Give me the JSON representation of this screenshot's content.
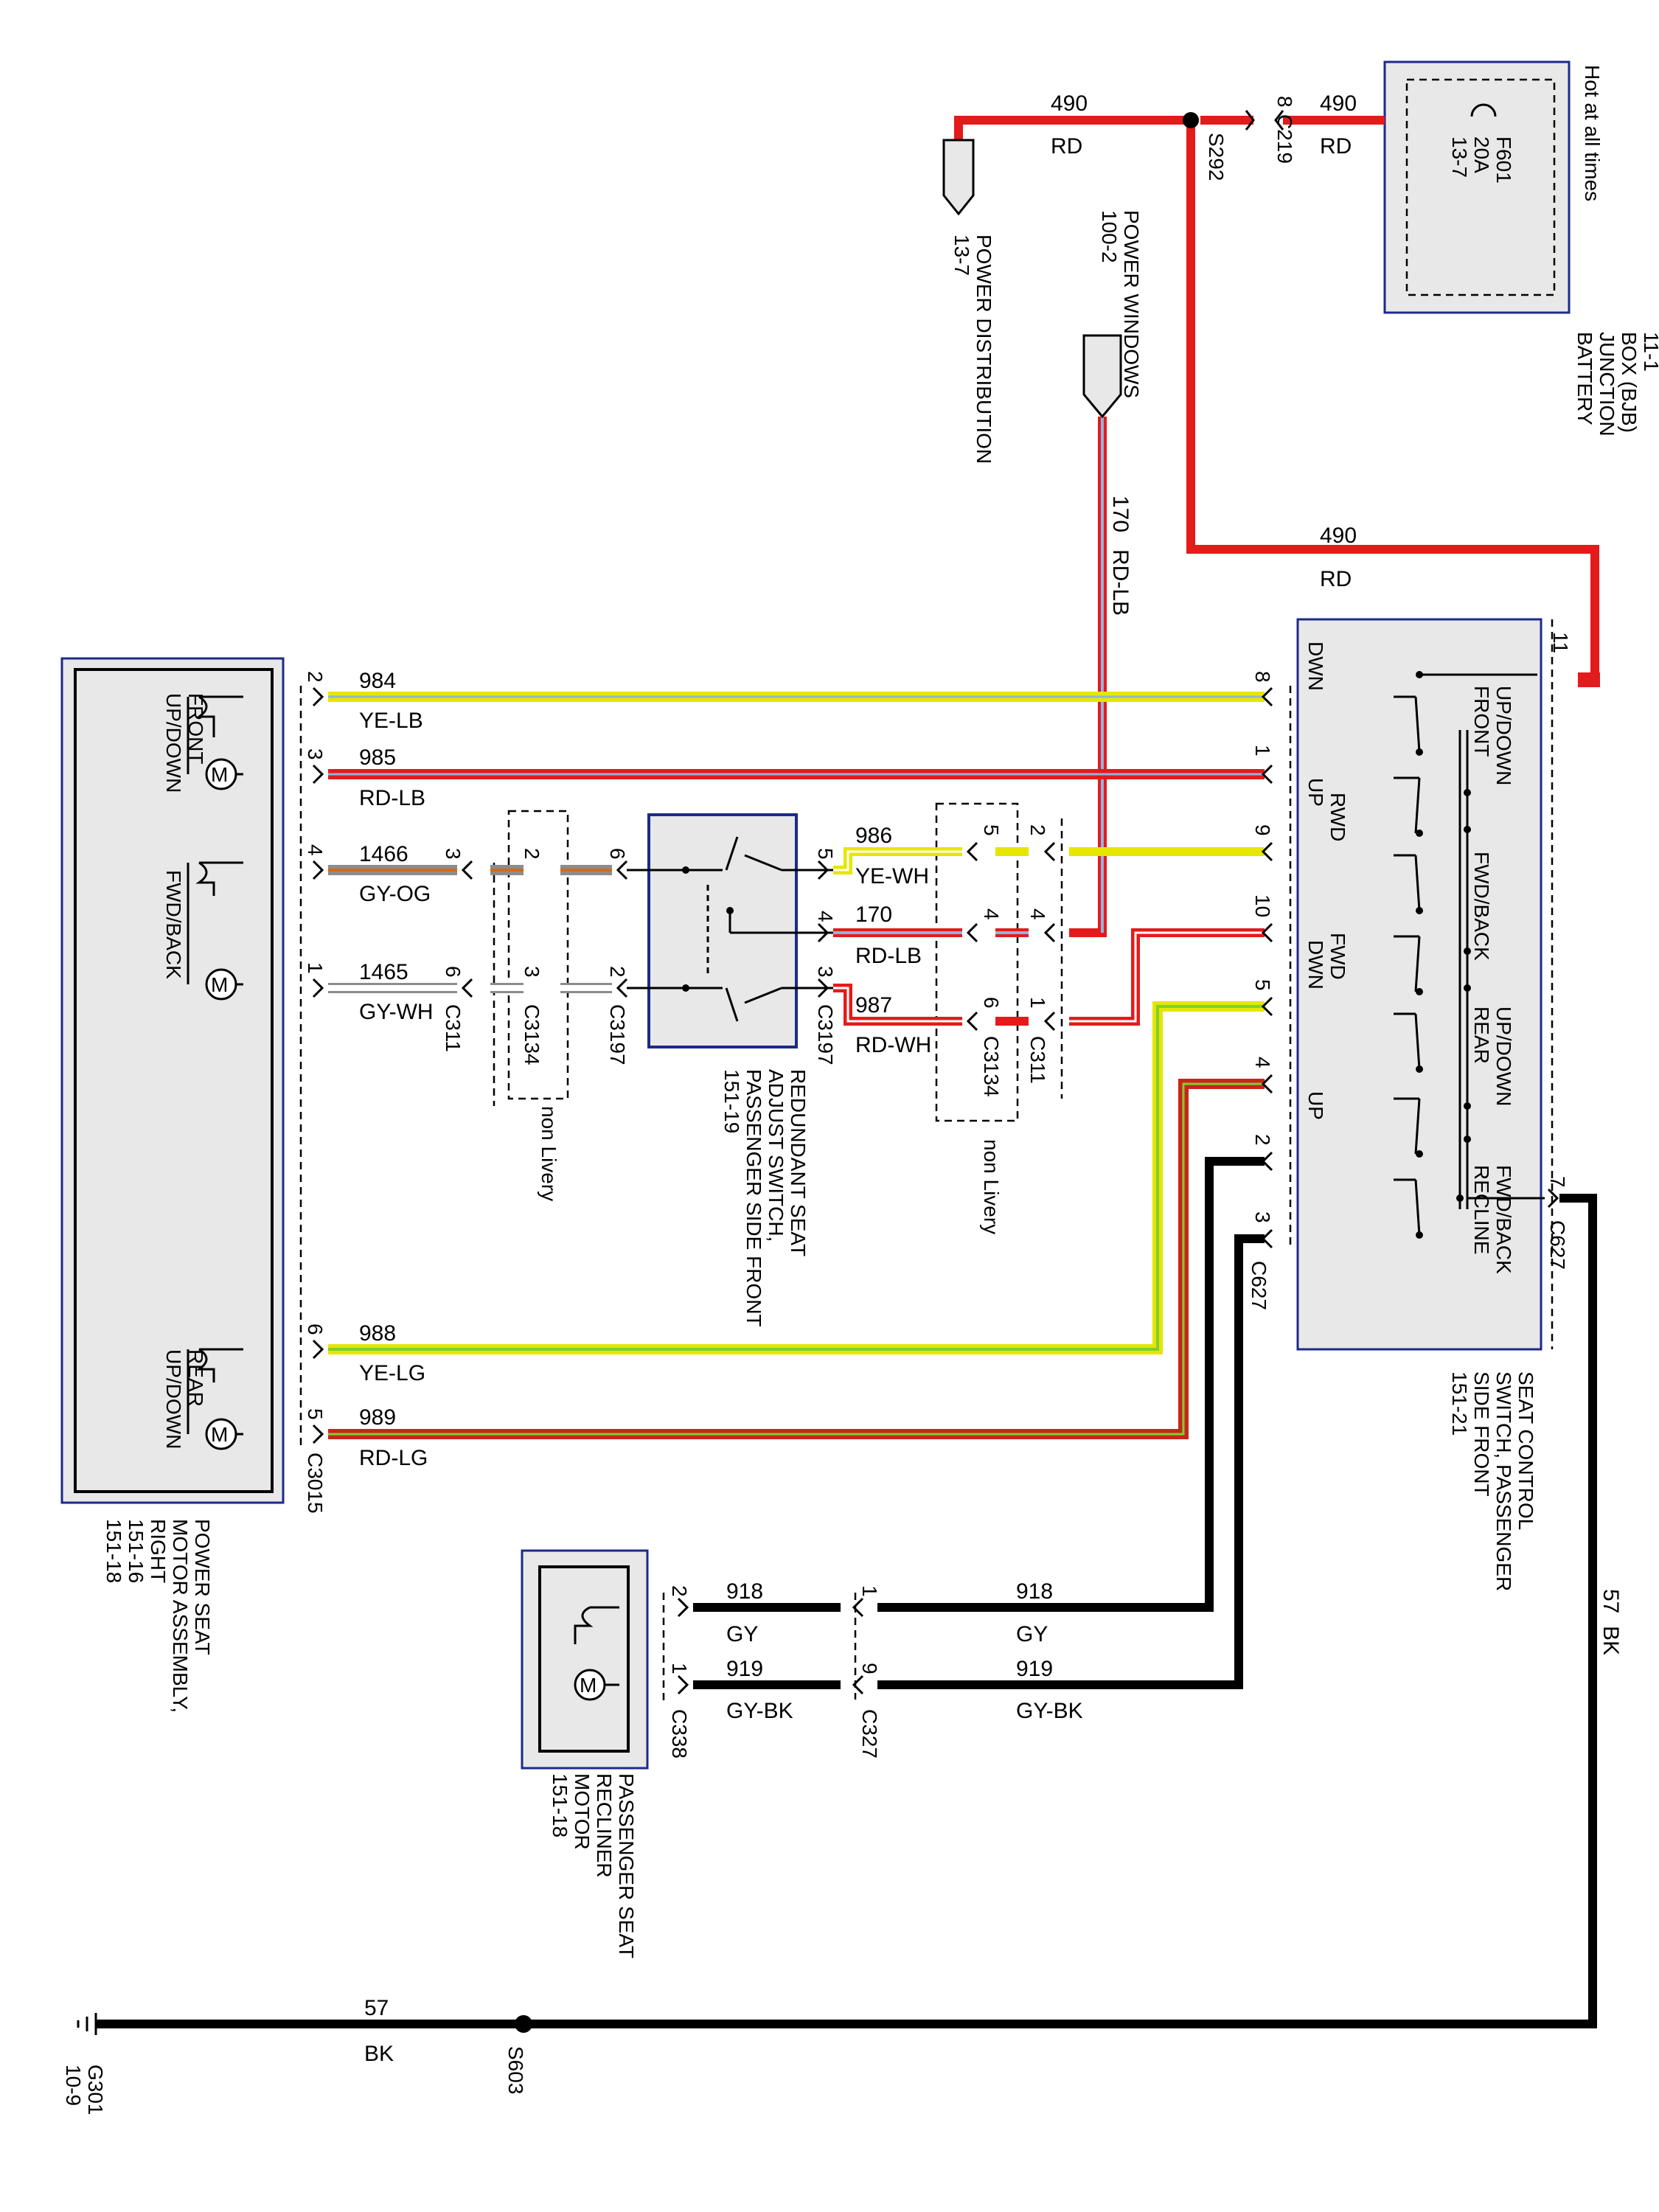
{
  "components": {
    "bjb": {
      "lines": [
        "BATTERY",
        "JUNCTION",
        "BOX (BJB)",
        "11-1"
      ]
    },
    "fuse": {
      "lines": [
        "F601",
        "20A",
        "13-7"
      ]
    },
    "hot": "Hot at all times",
    "power_distribution": {
      "lines": [
        "POWER DISTRIBUTION",
        "13-7"
      ]
    },
    "power_windows": {
      "lines": [
        "POWER WINDOWS",
        "100-2"
      ]
    },
    "seat_switch": {
      "lines": [
        "SEAT CONTROL",
        "SWITCH, PASSENGER",
        "SIDE FRONT",
        "151-21"
      ],
      "sections": [
        {
          "name": "FRONT",
          "sub": "UP/DOWN"
        },
        {
          "name": "FWD/BACK",
          "sub": ""
        },
        {
          "name": "REAR",
          "sub": "UP/DOWN"
        },
        {
          "name": "RECLINE",
          "sub": "FWD/BACK"
        }
      ],
      "positions": [
        "DWN",
        "UP",
        "RWD",
        "FWD",
        "DWN",
        "UP"
      ]
    },
    "redundant_switch": {
      "lines": [
        "REDUNDANT SEAT",
        "ADJUST SWITCH,",
        "PASSENGER SIDE FRONT",
        "151-19"
      ]
    },
    "motor_assembly": {
      "lines": [
        "POWER SEAT",
        "MOTOR ASSEMBLY,",
        "RIGHT",
        "151-16",
        "151-18"
      ],
      "sections": [
        {
          "name": "FRONT",
          "sub": "UP/DOWN"
        },
        {
          "name": "FWD/BACK",
          "sub": ""
        },
        {
          "name": "REAR",
          "sub": "UP/DOWN"
        }
      ]
    },
    "recliner_motor": {
      "lines": [
        "PASSENGER SEAT",
        "RECLINER",
        "MOTOR",
        "151-18"
      ]
    },
    "ground": {
      "lines": [
        "G301",
        "10-9"
      ]
    },
    "non_livery": "non Livery"
  },
  "splices": [
    "S292",
    "S603"
  ],
  "connectors": [
    "C219",
    "C627",
    "C3015",
    "C311",
    "C3134",
    "C3197",
    "C338",
    "C327"
  ],
  "pins": {
    "c219": "8",
    "sw_11": "11",
    "sw_7": "7",
    "sw_8": "8",
    "sw_1": "1",
    "sw_9": "9",
    "sw_10": "10",
    "sw_5": "5",
    "sw_4": "4",
    "sw_2": "2",
    "sw_3": "3",
    "m_2": "2",
    "m_3": "3",
    "m_4": "4",
    "m_1": "1",
    "m_6": "6",
    "m_5": "5",
    "gy_3": "3",
    "gy_2": "2",
    "gy_6": "6",
    "gw_6": "6",
    "gw_3": "3",
    "gw_2": "2",
    "rs_5": "5",
    "rs_4": "4",
    "rs_3": "3",
    "ye_5": "5",
    "ye_2": "2",
    "rl_4a": "4",
    "rl_4b": "4",
    "rw_6": "6",
    "rw_1": "1",
    "r_2": "2",
    "r_1": "1",
    "c327_1": "1",
    "c327_9": "9"
  },
  "wires": {
    "w490a": {
      "num": "490",
      "color": "RD"
    },
    "w490b": {
      "num": "490",
      "color": "RD"
    },
    "w490c": {
      "num": "490",
      "color": "RD"
    },
    "w170": {
      "num": "170",
      "color": "RD-LB"
    },
    "w984": {
      "num": "984",
      "color": "YE-LB"
    },
    "w985": {
      "num": "985",
      "color": "RD-LB"
    },
    "w1466": {
      "num": "1466",
      "color": "GY-OG"
    },
    "w1465": {
      "num": "1465",
      "color": "GY-WH"
    },
    "w986": {
      "num": "986",
      "color": "YE-WH"
    },
    "w170b": {
      "num": "170",
      "color": "RD-LB"
    },
    "w987": {
      "num": "987",
      "color": "RD-WH"
    },
    "w988": {
      "num": "988",
      "color": "YE-LG"
    },
    "w989": {
      "num": "989",
      "color": "RD-LG"
    },
    "w918a": {
      "num": "918",
      "color": "GY"
    },
    "w918b": {
      "num": "918",
      "color": "GY"
    },
    "w919a": {
      "num": "919",
      "color": "GY-BK"
    },
    "w919b": {
      "num": "919",
      "color": "GY-BK"
    },
    "w57a": {
      "num": "57",
      "color": "BK"
    },
    "w57b": {
      "num": "57",
      "color": "BK"
    }
  },
  "wire_colors": {
    "RD": "#e31b1b",
    "BK": "#000000",
    "YE": "#e6e600",
    "LB": "#8fb4e0",
    "GY": "#8c8c8c",
    "OG": "#d46a1a",
    "WH": "#ffffff",
    "LG": "#7fd030",
    "BKG": "#e8e8e8",
    "BLUE": "#1c2a8a"
  }
}
